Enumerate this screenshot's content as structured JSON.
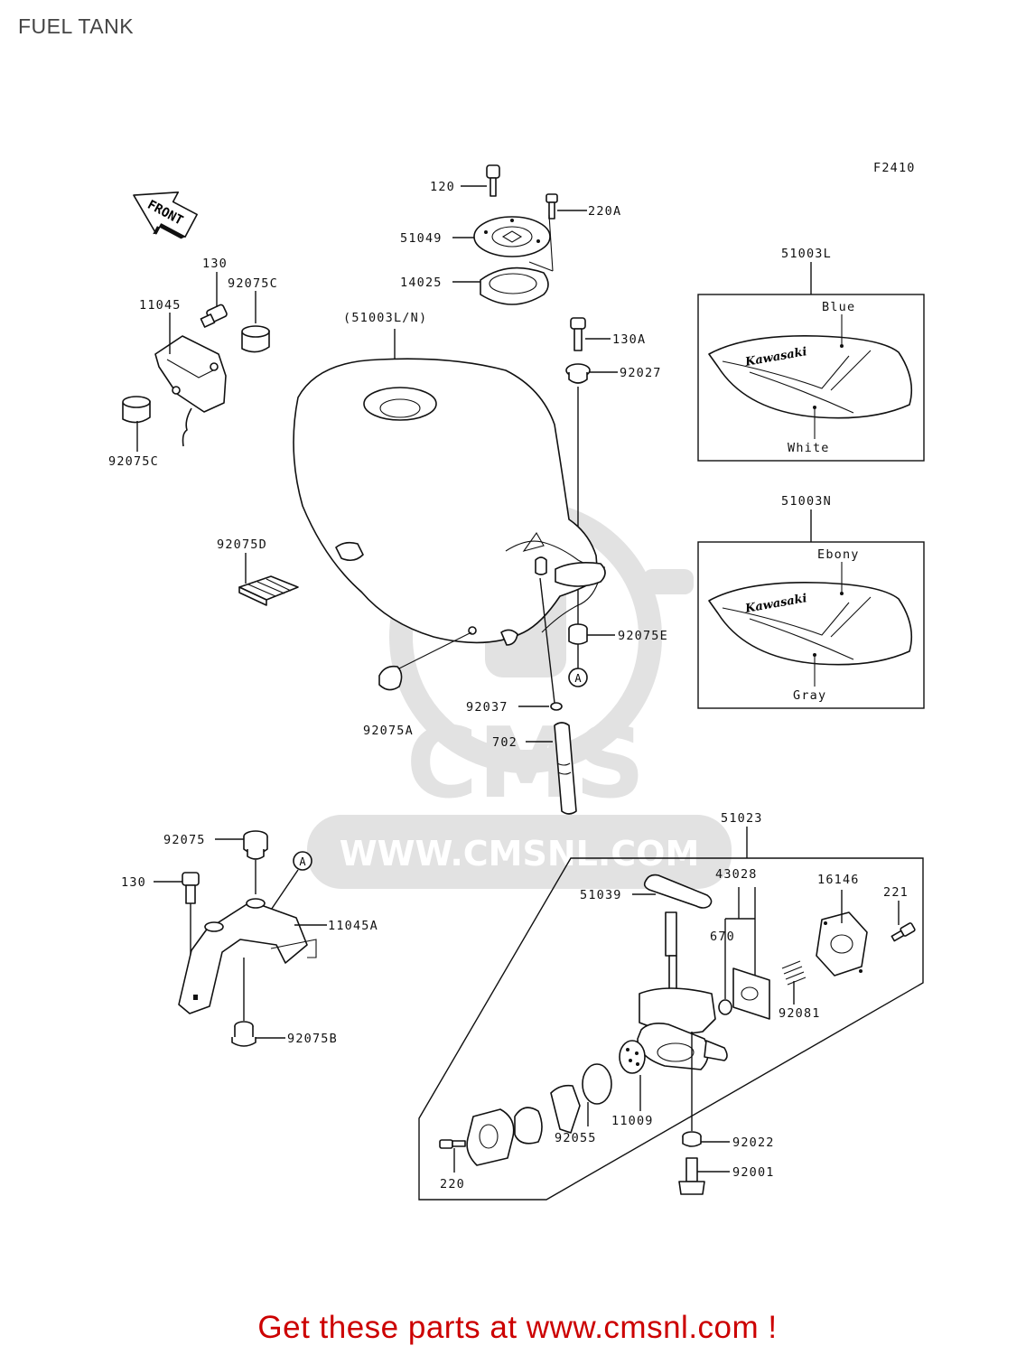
{
  "page": {
    "title": "FUEL TANK",
    "footer": "Get these parts at www.cmsnl.com !"
  },
  "diagram": {
    "figure_code": "F2410",
    "front_arrow_text": "FRONT",
    "watermark": {
      "logo_text": "CMS",
      "url_text": "WWW.CMSNL.COM",
      "color": "#e2e2e2"
    },
    "callouts": {
      "p120": "120",
      "p220A": "220A",
      "p51049": "51049",
      "p14025": "14025",
      "p130A": "130A",
      "p92027": "92027",
      "p130_top": "130",
      "p92075C_top": "92075C",
      "p11045": "11045",
      "p92075C_bottom": "92075C",
      "p51003LN": "(51003L/N)",
      "p92075D": "92075D",
      "p92075E": "92075E",
      "p92075A": "92075A",
      "p92037": "92037",
      "p702": "702",
      "p92075": "92075",
      "p130_bottom": "130",
      "p11045A": "11045A",
      "p92075B": "92075B",
      "p51023": "51023",
      "p51039": "51039",
      "p43028": "43028",
      "p16146": "16146",
      "p221": "221",
      "p670": "670",
      "p92081": "92081",
      "p11009": "11009",
      "p92055": "92055",
      "p92022": "92022",
      "p220": "220",
      "p92001": "92001"
    },
    "markers": {
      "ref_a_tank": "A",
      "ref_a_bracket": "A"
    },
    "variant_l": {
      "part_no": "51003L",
      "brand": "Kawasaki",
      "color_top": "Blue",
      "color_bottom": "White"
    },
    "variant_n": {
      "part_no": "51003N",
      "brand": "Kawasaki",
      "color_top": "Ebony",
      "color_bottom": "Gray"
    }
  }
}
